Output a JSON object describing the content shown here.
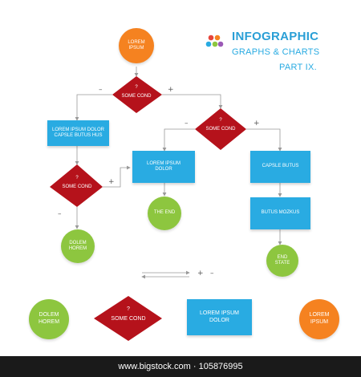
{
  "header": {
    "title": "INFOGRAPHIC",
    "subtitle": "GRAPHS & CHARTS",
    "part": "PART IX.",
    "logo_colors": [
      "#e6453c",
      "#f58220",
      "#29abe2",
      "#8dc63f",
      "#9b59b6"
    ]
  },
  "colors": {
    "orange": "#f58220",
    "green": "#8dc63f",
    "blue": "#29abe2",
    "red": "#b5121b",
    "line": "#999999"
  },
  "flowchart": {
    "start": "LOREM IPSUM",
    "decision1": {
      "mark": "?",
      "label": "SOME COND",
      "no": "–",
      "yes": "+"
    },
    "box_left": "LOREM IPSUM DOLOR CAPSLE BUTUS HUS",
    "decision2": {
      "mark": "?",
      "label": "SOME COND",
      "no": "–",
      "yes": "+"
    },
    "box_mid": "LOREM IPSUM DOLOR",
    "box_right": "CAPSLE BUTUS",
    "decision3": {
      "mark": "?",
      "label": "SOME COND",
      "no": "–",
      "yes": "+"
    },
    "end_left": "DOLEM HOREM",
    "the_end": "THE END",
    "box_right2": "BUTUS MOZKUS",
    "end_state": "END STATE"
  },
  "legend": {
    "arrow_plus": "+",
    "arrow_minus": "–",
    "circle_green": "DOLEM HOREM",
    "diamond_mark": "?",
    "diamond_label": "SOME COND",
    "box": "LOREM IPSUM DOLOR",
    "circle_orange": "LOREM IPSUM"
  },
  "watermark": "www.bigstock.com · 105876995"
}
